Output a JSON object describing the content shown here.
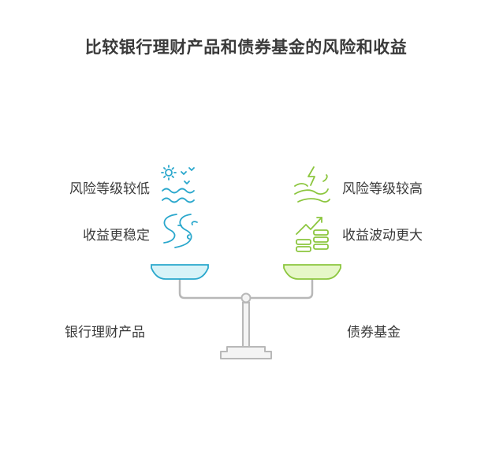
{
  "title": "比较银行理财产品和债券基金的风险和收益",
  "left": {
    "name": "银行理财产品",
    "risk": "风险等级较低",
    "return": "收益更稳定",
    "pan_color": "#d7f3f8",
    "accent": "#29a7cc"
  },
  "right": {
    "name": "债券基金",
    "risk": "风险等级较高",
    "return": "收益波动更大",
    "pan_color": "#e6f7c8",
    "accent": "#8cc63f"
  },
  "icons": {
    "left_risk": "sun-waves-icon",
    "left_return": "winding-river-icon",
    "right_risk": "lightning-wind-icon",
    "right_return": "growth-coins-icon"
  }
}
